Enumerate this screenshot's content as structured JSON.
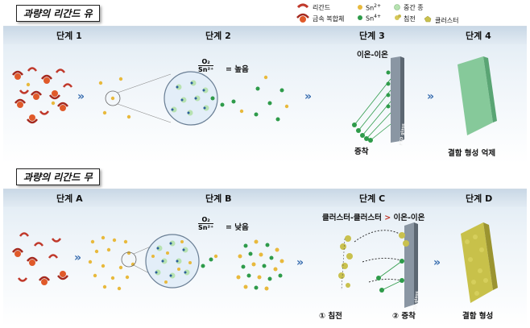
{
  "top": {
    "title": "과량의 리간드 유",
    "stages": [
      "단계 1",
      "단계 2",
      "단계 3",
      "단계 4"
    ],
    "ratio_num": "O₂",
    "ratio_den": "Sn²⁺",
    "ratio_val": "= 높음",
    "ion_label": "이온-이온",
    "deposit_label": "증착",
    "result_label": "결함 형성 억제",
    "substrate": "FTO glass"
  },
  "bottom": {
    "title": "과량의 리간드 무",
    "stages": [
      "단계 A",
      "단계 B",
      "단계 C",
      "단계 D"
    ],
    "ratio_num": "O₂",
    "ratio_den": "Sn²⁺",
    "ratio_val": "= 낮음",
    "cluster_label_a": "클러스터-클러스터",
    "cluster_gt": ">",
    "cluster_label_b": "이온-이온",
    "precip_label": "① 침전",
    "deposit_label": "② 증착",
    "result_label": "결함 형성",
    "substrate": "FTO glass"
  },
  "legend": {
    "ligand": "리간드",
    "metal_complex": "금속 복합체",
    "sn2": "Sn",
    "sn2_sup": "2+",
    "sn4": "Sn",
    "sn4_sup": "4+",
    "intermediate": "중간 종",
    "precipitate": "침전",
    "cluster": "클러스터"
  },
  "colors": {
    "ligand": "#c0392b",
    "sn2": "#e8b93c",
    "sn4": "#2e9b4a",
    "intermediate": "#b7e2b1",
    "arrow": "#3b6fb0",
    "film_good": "#86c99a",
    "film_bad": "#c8c14a"
  }
}
